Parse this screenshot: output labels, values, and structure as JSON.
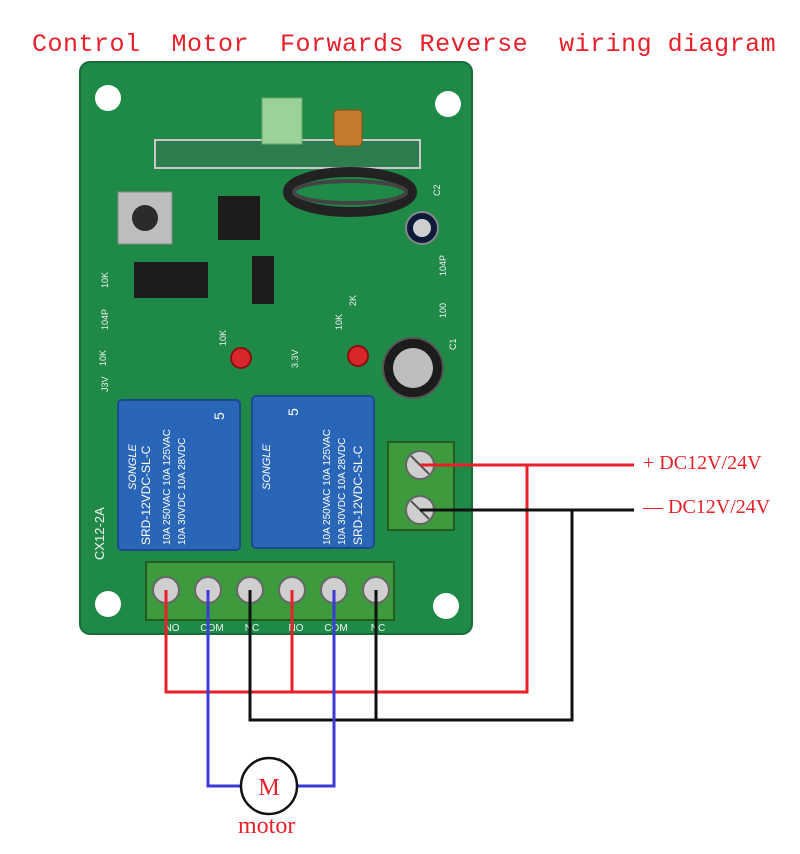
{
  "title": "Control  Motor  Forwards Reverse  wiring diagram",
  "labels": {
    "positive": "+ DC12V/24V",
    "negative": "— DC12V/24V",
    "motor_letter": "M",
    "motor": "motor"
  },
  "board": {
    "model": "CX12-2A",
    "relay": {
      "brand": "SONGLE",
      "model": "SRD-12VDC-SL-C",
      "rating_1": "10A 250VAC  10A 125VAC",
      "rating_2": "10A 30VDC  10A 28VDC",
      "pins": "5"
    },
    "terminals": [
      "NO",
      "COM",
      "NC",
      "NO",
      "COM",
      "NC"
    ],
    "component_labels": [
      "10K",
      "104P",
      "10K",
      "10K",
      "3.3V",
      "10K",
      "2K",
      "C1",
      "C2",
      "104P",
      "100",
      "J3V"
    ]
  },
  "colors": {
    "accent": "#e8202a",
    "wire_positive": "#e8202a",
    "wire_negative": "#111111",
    "wire_motor": "#3a3ad6",
    "pcb": "#1f8a48",
    "relay": "#2a66b8",
    "terminal": "#3d9a3d"
  }
}
